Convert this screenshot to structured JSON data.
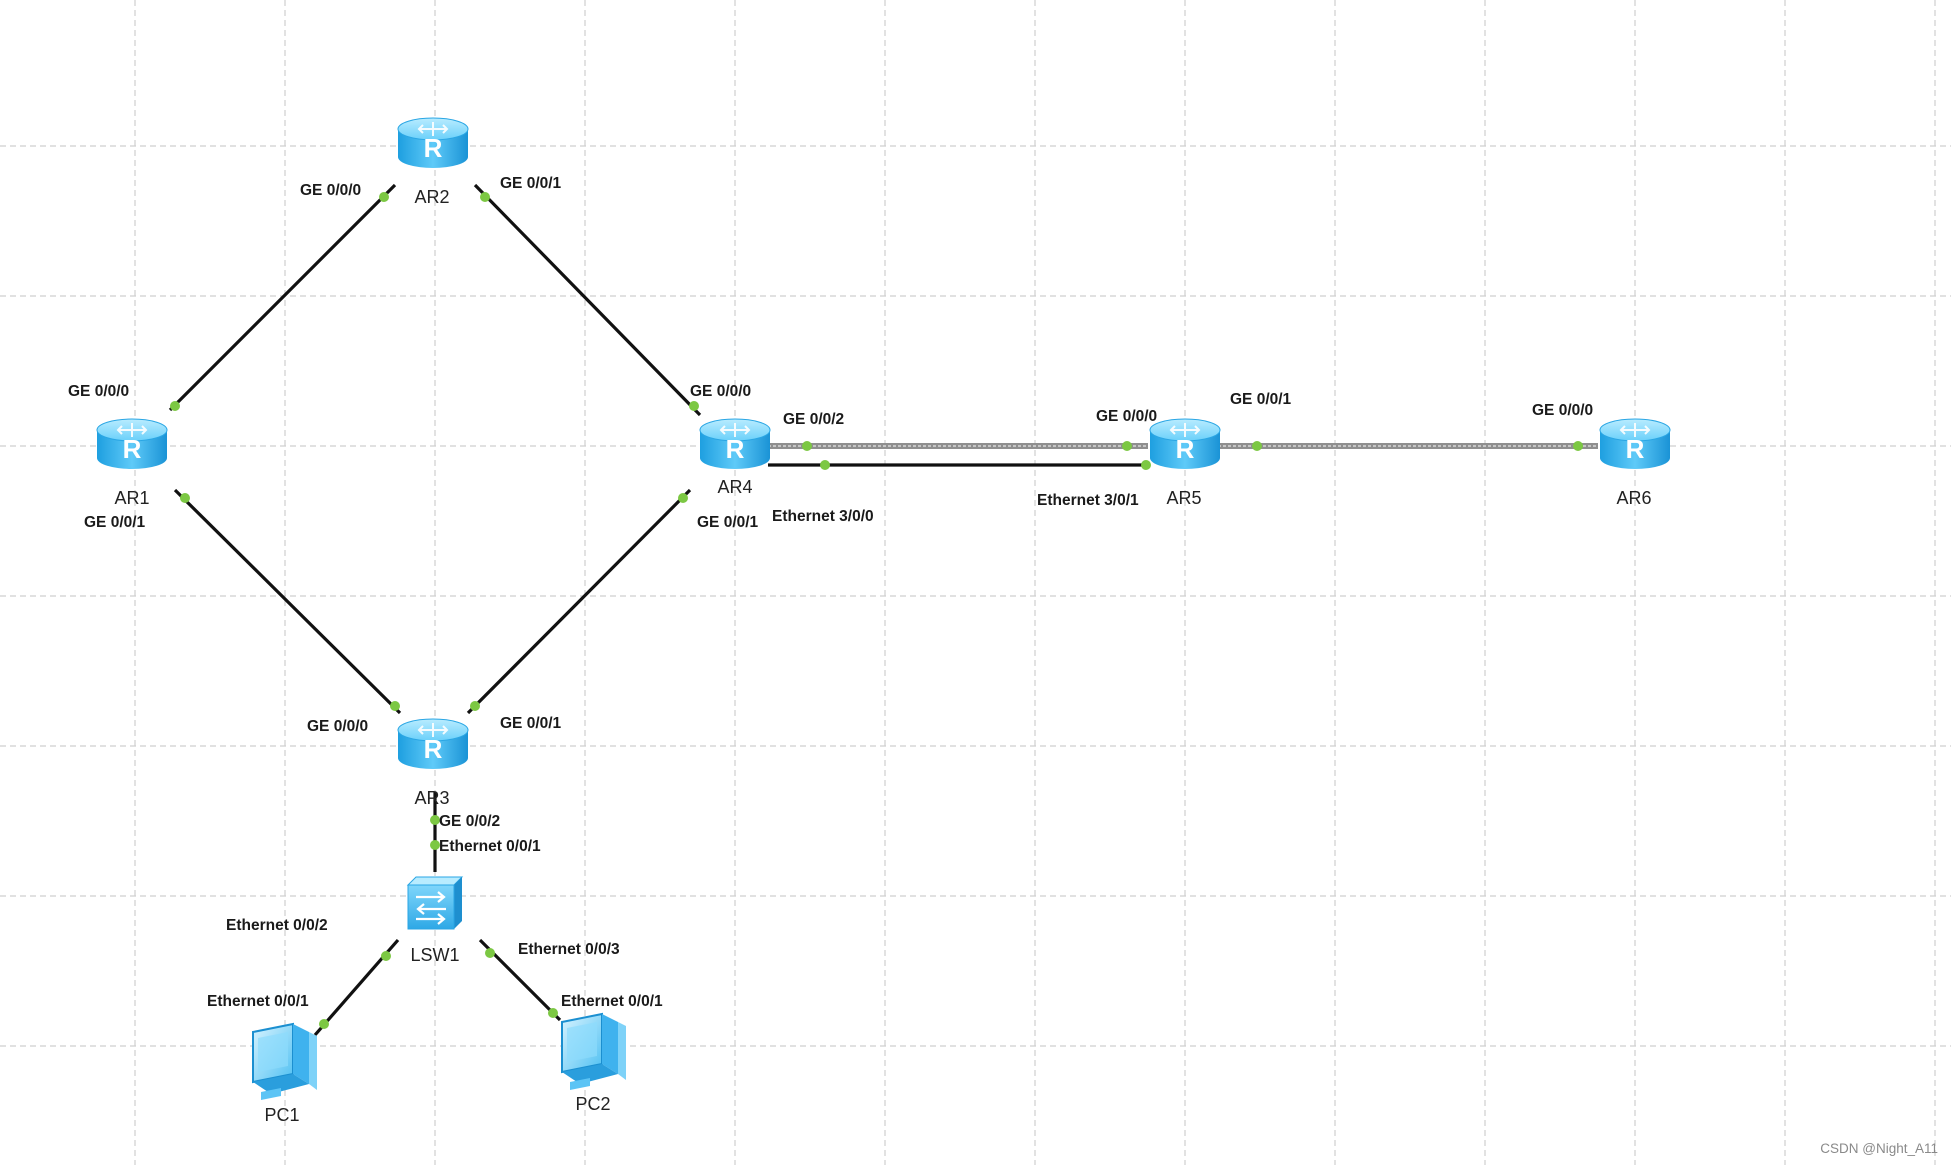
{
  "devices": {
    "ar1": {
      "label": "AR1",
      "icon": "router-icon"
    },
    "ar2": {
      "label": "AR2",
      "icon": "router-icon"
    },
    "ar3": {
      "label": "AR3",
      "icon": "router-icon"
    },
    "ar4": {
      "label": "AR4",
      "icon": "router-icon"
    },
    "ar5": {
      "label": "AR5",
      "icon": "router-icon"
    },
    "ar6": {
      "label": "AR6",
      "icon": "router-icon"
    },
    "lsw1": {
      "label": "LSW1",
      "icon": "switch-icon"
    },
    "pc1": {
      "label": "PC1",
      "icon": "pc-icon"
    },
    "pc2": {
      "label": "PC2",
      "icon": "pc-icon"
    }
  },
  "links": [
    {
      "from": "AR1",
      "from_port": "GE 0/0/0",
      "to": "AR2",
      "to_port": "GE 0/0/0"
    },
    {
      "from": "AR2",
      "from_port": "GE 0/0/1",
      "to": "AR4",
      "to_port": "GE 0/0/0"
    },
    {
      "from": "AR1",
      "from_port": "GE 0/0/1",
      "to": "AR3",
      "to_port": "GE 0/0/0"
    },
    {
      "from": "AR4",
      "from_port": "GE 0/0/1",
      "to": "AR3",
      "to_port": "GE 0/0/1"
    },
    {
      "from": "AR4",
      "from_port": "GE 0/0/2",
      "to": "AR5",
      "to_port": "GE 0/0/0"
    },
    {
      "from": "AR4",
      "from_port": "Ethernet 3/0/0",
      "to": "AR5",
      "to_port": "Ethernet 3/0/1"
    },
    {
      "from": "AR5",
      "from_port": "GE 0/0/1",
      "to": "AR6",
      "to_port": "GE 0/0/0"
    },
    {
      "from": "AR3",
      "from_port": "GE 0/0/2",
      "to": "LSW1",
      "to_port": "Ethernet 0/0/1"
    },
    {
      "from": "LSW1",
      "from_port": "Ethernet 0/0/2",
      "to": "PC1",
      "to_port": "Ethernet 0/0/1"
    },
    {
      "from": "LSW1",
      "from_port": "Ethernet 0/0/3",
      "to": "PC2",
      "to_port": "Ethernet 0/0/1"
    }
  ],
  "ports": {
    "ar2_ge000": "GE 0/0/0",
    "ar2_ge001": "GE 0/0/1",
    "ar1_ge000": "GE 0/0/0",
    "ar1_ge001": "GE 0/0/1",
    "ar4_ge000": "GE 0/0/0",
    "ar4_ge002": "GE 0/0/2",
    "ar4_ge001": "GE 0/0/1",
    "ar4_eth300": "Ethernet 3/0/0",
    "ar5_ge000": "GE 0/0/0",
    "ar5_ge001": "GE 0/0/1",
    "ar5_eth301": "Ethernet 3/0/1",
    "ar6_ge000": "GE 0/0/0",
    "ar3_ge000": "GE 0/0/0",
    "ar3_ge001": "GE 0/0/1",
    "ar3_ge002": "GE 0/0/2",
    "lsw1_eth001": "Ethernet 0/0/1",
    "lsw1_eth002": "Ethernet 0/0/2",
    "lsw1_eth003": "Ethernet 0/0/3",
    "pc1_eth001": "Ethernet 0/0/1",
    "pc2_eth001": "Ethernet 0/0/1"
  },
  "watermark": "CSDN @Night_A11",
  "colors": {
    "port_dot": "#7cc843",
    "router_body": "#38b4f0",
    "link": "#111111",
    "grid": "#cfcfcf"
  }
}
